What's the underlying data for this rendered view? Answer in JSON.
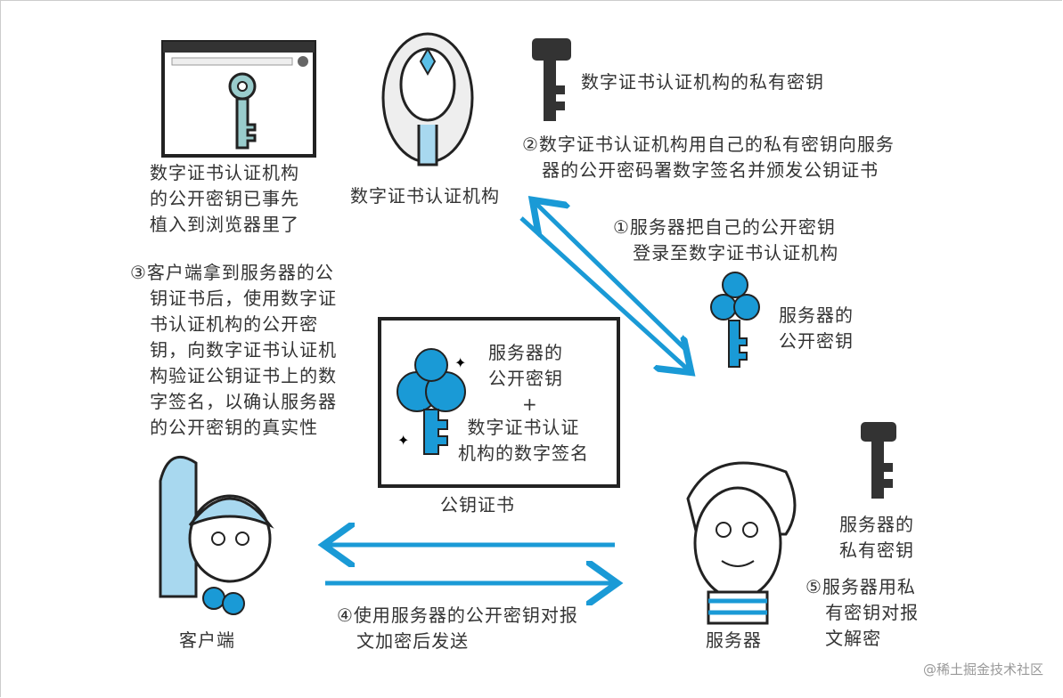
{
  "labels": {
    "ca_pubkey_preinstalled": "数字证书认证机构\n的公开密钥已事先\n植入到浏览器里了",
    "ca": "数字证书认证机构",
    "ca_private_key": "数字证书认证机构的私有密钥",
    "step2": "②数字证书认证机构用自己的私有密钥向服务\n   器的公开密码署数字签名并颁发公钥证书",
    "step1": "①服务器把自己的公开密钥\n   登录至数字证书认证机构",
    "server_pubkey": "服务器的\n公开密钥",
    "step3": "③客户端拿到服务器的公\n   钥证书后，使用数字证\n   书认证机构的公开密\n   钥，向数字证书认证机\n   构验证公钥证书上的数\n   字签名，以确认服务器\n   的公开密钥的真实性",
    "cert_content_1": "服务器的\n公开密钥",
    "cert_plus": "+",
    "cert_content_2": "数字证书认证\n机构的数字签名",
    "certificate": "公钥证书",
    "server_private_key": "服务器的\n私有密钥",
    "client": "客户端",
    "server": "服务器",
    "step4": "④使用服务器的公开密钥对报\n   文加密后发送",
    "step5": "⑤服务器用私\n   有密钥对报\n   文解密"
  },
  "watermark": "@稀土掘金技术社区",
  "colors": {
    "accent": "#1a9ad6",
    "ink": "#222222"
  }
}
